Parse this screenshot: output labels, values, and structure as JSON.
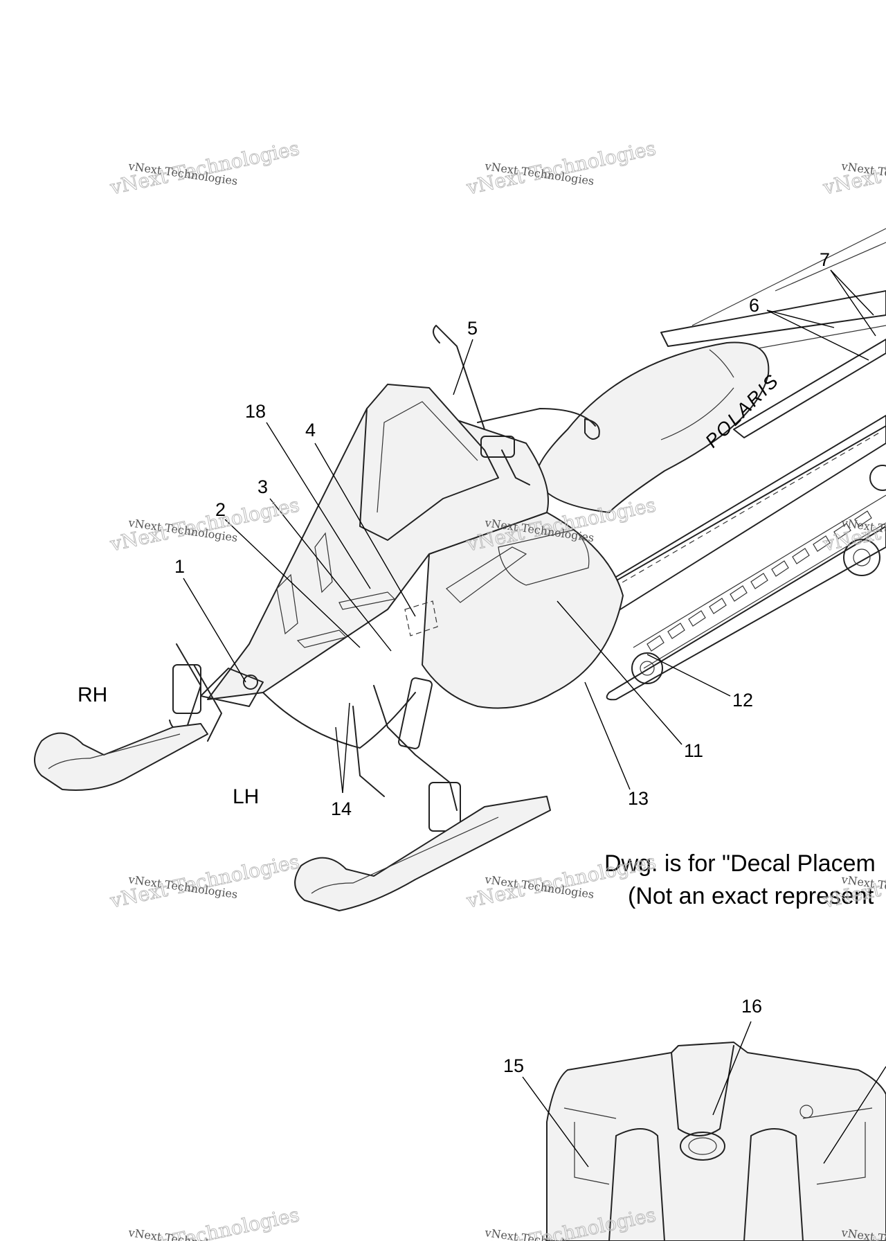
{
  "callouts": [
    {
      "text": "1"
    },
    {
      "text": "2"
    },
    {
      "text": "3"
    },
    {
      "text": "4"
    },
    {
      "text": "5"
    },
    {
      "text": "6"
    },
    {
      "text": "7"
    },
    {
      "text": "11"
    },
    {
      "text": "12"
    },
    {
      "text": "13"
    },
    {
      "text": "14"
    },
    {
      "text": "15"
    },
    {
      "text": "16"
    },
    {
      "text": "18"
    }
  ],
  "side_labels": {
    "rh": "RH",
    "lh": "LH"
  },
  "note": {
    "line1": "Dwg. is for \"Decal Placem",
    "line2": "(Not an exact represent"
  },
  "seat_logo": "POLARIS",
  "watermark": {
    "line1": "vNext Technologies",
    "line2": "vNext Technologies"
  }
}
